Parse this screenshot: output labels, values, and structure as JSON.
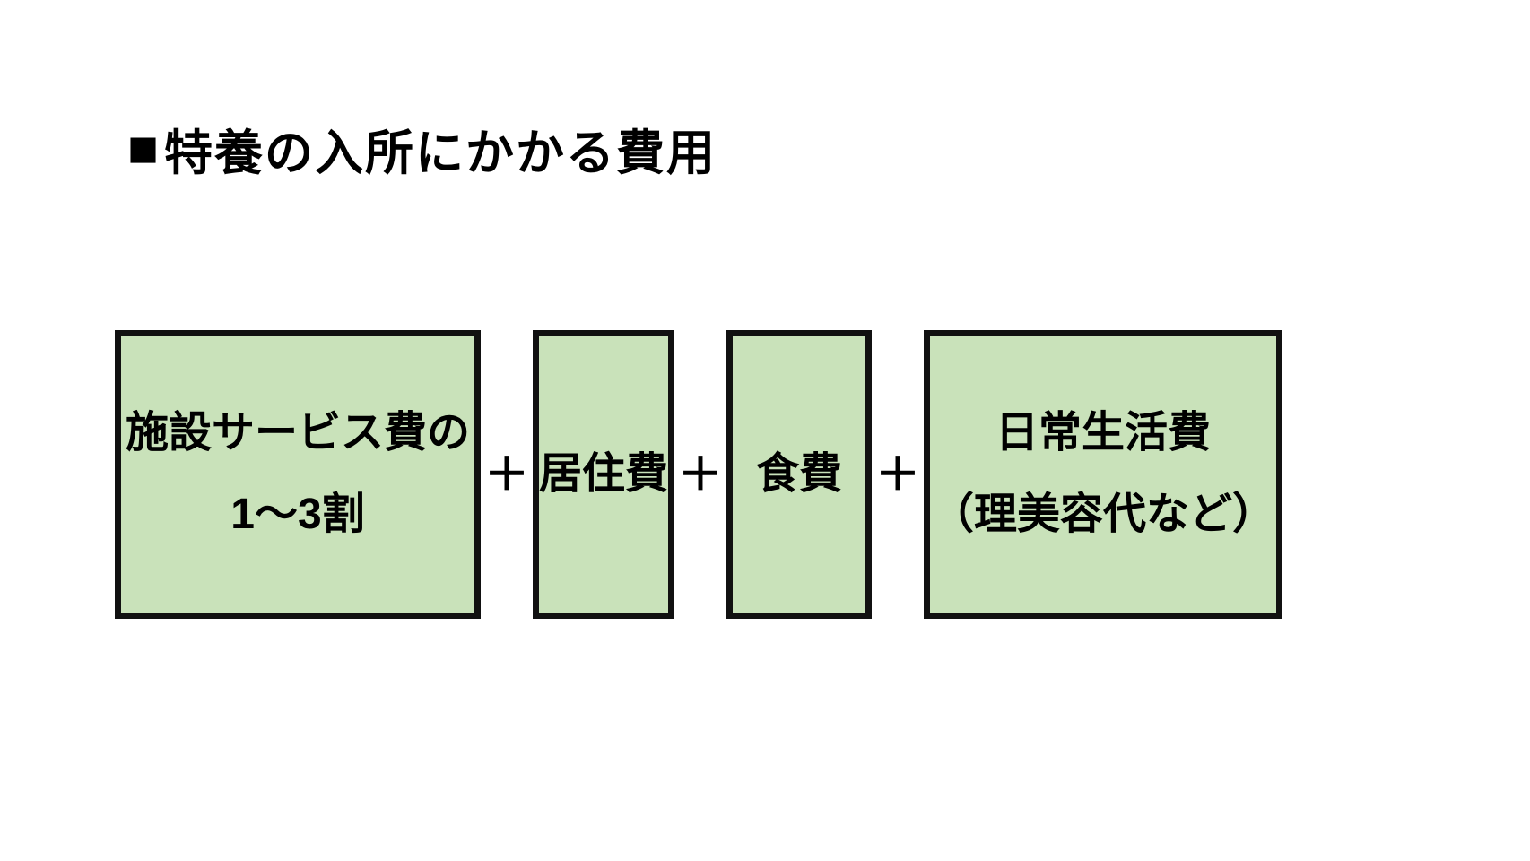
{
  "header": {
    "bullet": "■",
    "title": "特養の入所にかかる費用"
  },
  "diagram": {
    "operator": "＋",
    "colors": {
      "box_fill": "#c9e2ba",
      "box_border": "#111111",
      "text": "#000000",
      "background": "#ffffff"
    },
    "boxes": [
      {
        "id": "facility-service-fee",
        "lines": [
          "施設サービス費の",
          "1～3割"
        ]
      },
      {
        "id": "housing-cost",
        "lines": [
          "居住費"
        ]
      },
      {
        "id": "food-cost",
        "lines": [
          "食費"
        ]
      },
      {
        "id": "daily-living-cost",
        "lines": [
          "日常生活費",
          "（理美容代など）"
        ]
      }
    ]
  }
}
